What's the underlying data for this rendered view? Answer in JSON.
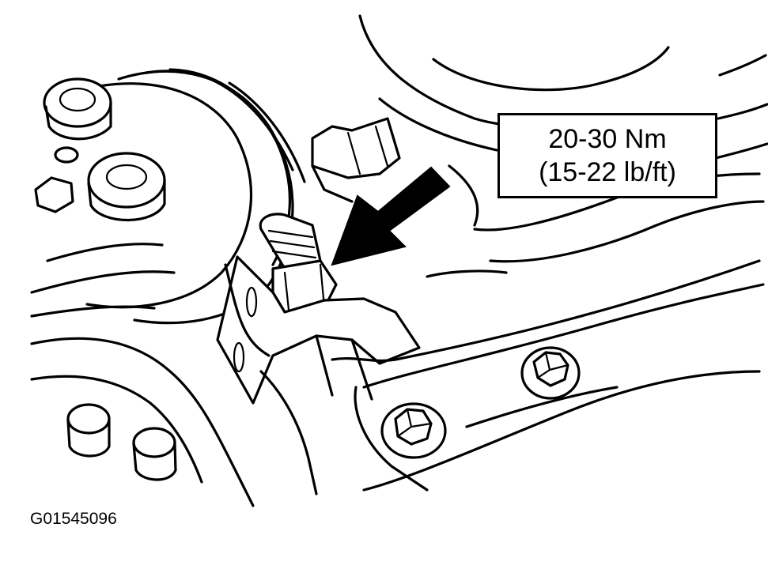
{
  "callout": {
    "torque_metric": "20-30 Nm",
    "torque_imperial": "(15-22 lb/ft)"
  },
  "figure_id": "G01545096"
}
